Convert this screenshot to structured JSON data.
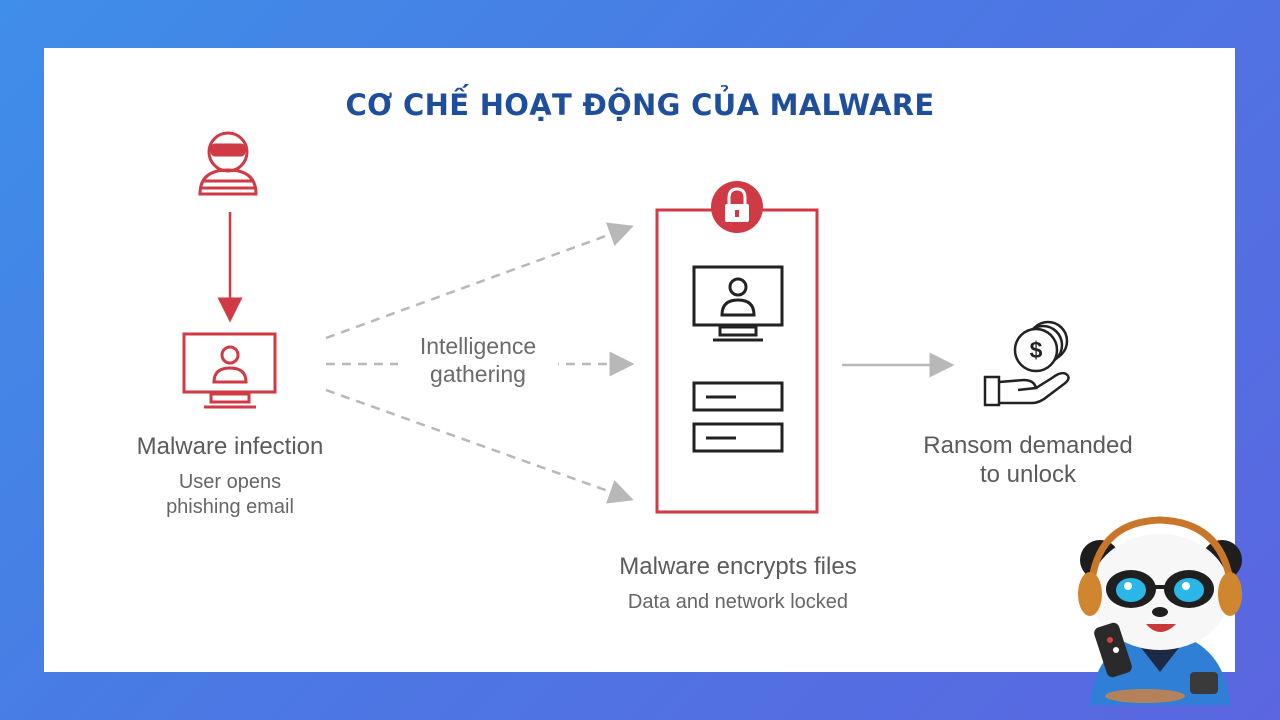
{
  "title": "CƠ CHẾ HOẠT ĐỘNG CỦA MALWARE",
  "steps": {
    "infection": {
      "title": "Malware infection",
      "subtitle_line1": "User opens",
      "subtitle_line2": "phishing email"
    },
    "gathering": {
      "line1": "Intelligence",
      "line2": "gathering"
    },
    "encrypt": {
      "title": "Malware encrypts files",
      "subtitle": "Data and network locked"
    },
    "ransom": {
      "line1": "Ransom demanded",
      "line2": "to unlock"
    }
  },
  "icons": [
    "hacker-icon",
    "infected-computer-icon",
    "padlock-icon",
    "locked-computer-icon",
    "file-icon",
    "coins-icon",
    "dollar-icon",
    "hand-icon",
    "panda-mascot-icon"
  ],
  "colors": {
    "accent_red": "#d03a44",
    "title_blue": "#1f4f9c",
    "arrow_gray": "#b8b8b8",
    "icon_dark": "#222222"
  }
}
